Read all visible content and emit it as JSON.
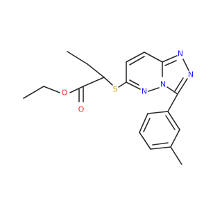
{
  "atoms": {
    "o_ether": {
      "label": "O",
      "color": "#ff2a1a"
    },
    "o_carbonyl": {
      "label": "O",
      "color": "#ff2a1a"
    },
    "s": {
      "label": "S",
      "color": "#c8a800"
    },
    "n1": {
      "label": "N",
      "color": "#1c1cff"
    },
    "n2": {
      "label": "N",
      "color": "#1c1cff"
    },
    "n3": {
      "label": "N",
      "color": "#1c1cff"
    },
    "n4": {
      "label": "N",
      "color": "#1c1cff"
    }
  },
  "colors": {
    "bond": "#2b2b2b",
    "background": "#ffffff"
  }
}
